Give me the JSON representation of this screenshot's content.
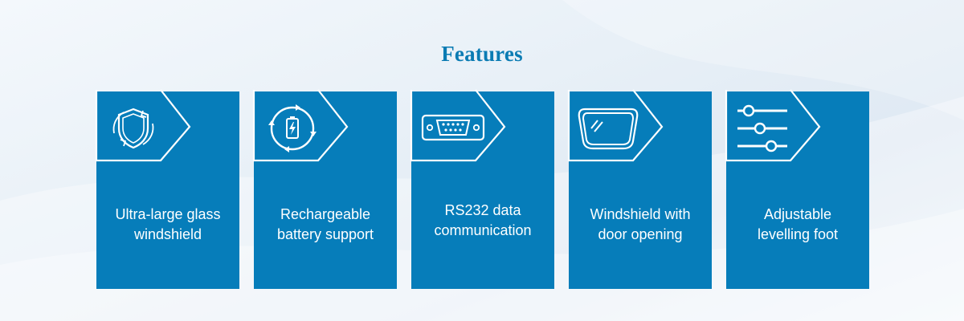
{
  "section": {
    "title": "Features"
  },
  "colors": {
    "card": "#067dba",
    "title": "#0a7bb3",
    "icon_stroke": "#ffffff"
  },
  "features": [
    {
      "label_line1": "Ultra-large glass",
      "label_line2": "windshield",
      "icon": "shield-rotate-icon"
    },
    {
      "label_line1": "Rechargeable",
      "label_line2": "battery support",
      "icon": "battery-charging-icon"
    },
    {
      "label_line1": "RS232 data",
      "label_line2": "communication",
      "icon": "serial-port-icon"
    },
    {
      "label_line1": "Windshield with",
      "label_line2": "door opening",
      "icon": "windshield-icon"
    },
    {
      "label_line1": "Adjustable",
      "label_line2": "levelling foot",
      "icon": "sliders-icon"
    }
  ]
}
